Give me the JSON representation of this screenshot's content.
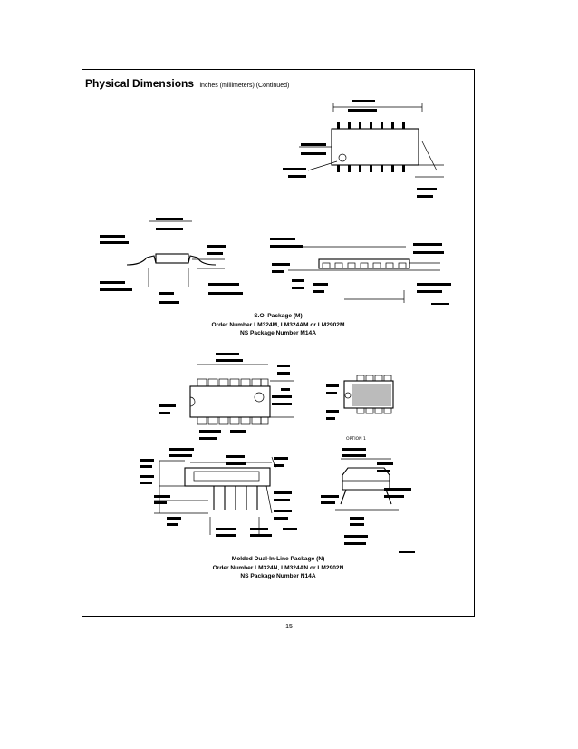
{
  "header": {
    "title": "Physical Dimensions",
    "subtitle": "inches (millimeters) (Continued)"
  },
  "so_package": {
    "line1": "S.O. Package (M)",
    "line2": "Order Number LM324M, LM324AM or LM2902M",
    "line3": "NS Package Number M14A"
  },
  "dip_package": {
    "line1": "Molded Dual-In-Line Package (N)",
    "line2": "Order Number LM324N, LM324AN or LM2902N",
    "line3": "NS Package Number N14A"
  },
  "option_label": "OPTION 1",
  "page_number": "15"
}
